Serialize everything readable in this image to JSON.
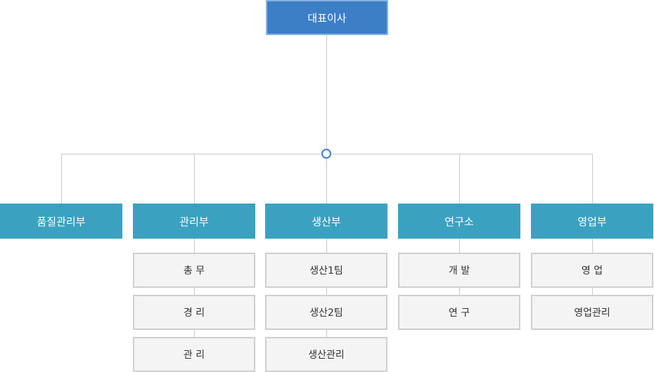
{
  "ceo": {
    "label": "대표이사"
  },
  "departments": [
    {
      "label": "품질관리부",
      "teams": []
    },
    {
      "label": "관리부",
      "teams": [
        "총 무",
        "경 리",
        "관 리"
      ]
    },
    {
      "label": "생산부",
      "teams": [
        "생산1팀",
        "생산2팀",
        "생산관리"
      ]
    },
    {
      "label": "연구소",
      "teams": [
        "개 발",
        "연 구"
      ]
    },
    {
      "label": "영업부",
      "teams": [
        "영 업",
        "영업관리"
      ]
    }
  ],
  "colors": {
    "ceo_fill": "#3c7fc6",
    "department_fill": "#3aa2c0",
    "team_fill": "#f4f4f4",
    "connector": "#c9c9c9"
  }
}
